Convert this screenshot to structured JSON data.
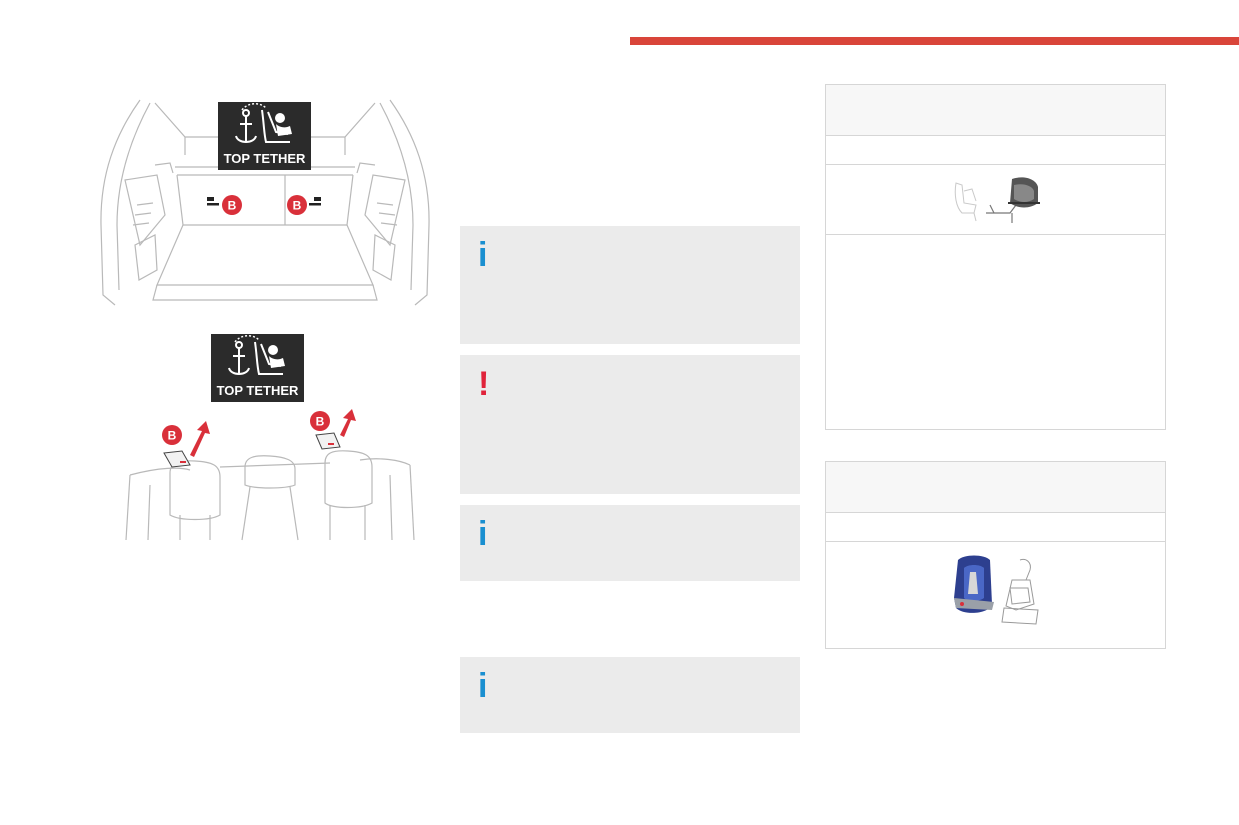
{
  "page": {
    "accent_color": "#d9453a",
    "note_background": "#ebebeb",
    "info_icon_color": "#1a8fd0",
    "warning_icon_color": "#e0233a"
  },
  "figure_top": {
    "label": "TOP TETHER",
    "callouts": [
      "B",
      "B"
    ]
  },
  "figure_bottom": {
    "label": "TOP TETHER",
    "callouts": [
      "B",
      "B"
    ]
  },
  "notes": [
    {
      "icon": "info-icon",
      "glyph": "i"
    },
    {
      "icon": "warning-icon",
      "glyph": "!"
    },
    {
      "icon": "info-icon",
      "glyph": "i"
    },
    {
      "icon": "info-icon",
      "glyph": "i"
    }
  ],
  "panels": [
    {
      "image": "baby-seat-isofix-base-illustration"
    },
    {
      "image": "child-seat-illustration"
    }
  ]
}
